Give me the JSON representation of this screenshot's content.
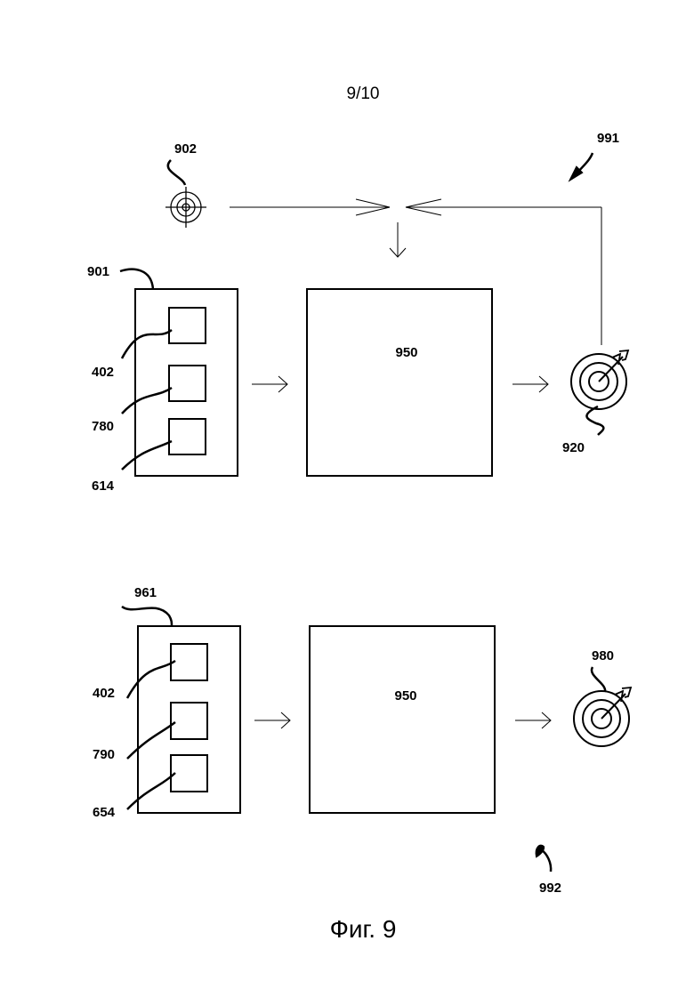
{
  "page_number": "9/10",
  "figure_caption": "Фиг. 9",
  "top_diagram": {
    "input_group_ref": "901",
    "input_items": [
      "402",
      "780",
      "614"
    ],
    "model_ref": "950",
    "target_ref": "920",
    "reference_ref": "902",
    "feedback_ref": "991"
  },
  "bottom_diagram": {
    "input_group_ref": "961",
    "input_items": [
      "402",
      "790",
      "654"
    ],
    "model_ref": "950",
    "target_ref": "980",
    "feedback_ref": "992"
  }
}
